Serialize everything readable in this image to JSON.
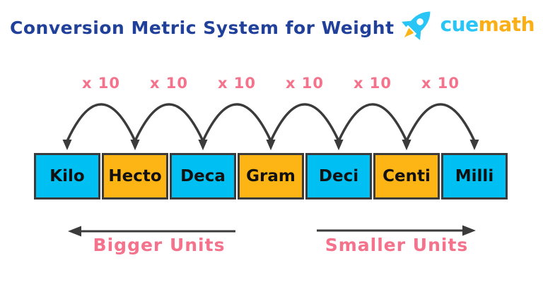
{
  "title": "Conversion Metric System for Weight",
  "logo": {
    "brand_cue": "cue",
    "brand_math": "math"
  },
  "diagram": {
    "units": [
      {
        "label": "Kilo",
        "color": "cyan"
      },
      {
        "label": "Hecto",
        "color": "orange"
      },
      {
        "label": "Deca",
        "color": "cyan"
      },
      {
        "label": "Gram",
        "color": "orange"
      },
      {
        "label": "Deci",
        "color": "cyan"
      },
      {
        "label": "Centi",
        "color": "orange"
      },
      {
        "label": "Milli",
        "color": "cyan"
      }
    ],
    "multiplier_labels": [
      "x 10",
      "x 10",
      "x 10",
      "x 10",
      "x 10",
      "x 10"
    ],
    "direction_left_label": "Bigger Units",
    "direction_right_label": "Smaller Units"
  },
  "colors": {
    "cyan_box": "#00BFF3",
    "orange_box": "#FDB515",
    "outline_dark": "#3B3B3B",
    "pink_accent": "#F4728B",
    "title_blue": "#21409A",
    "logo_cyan": "#29C5F6",
    "logo_orange": "#FBAF17"
  }
}
